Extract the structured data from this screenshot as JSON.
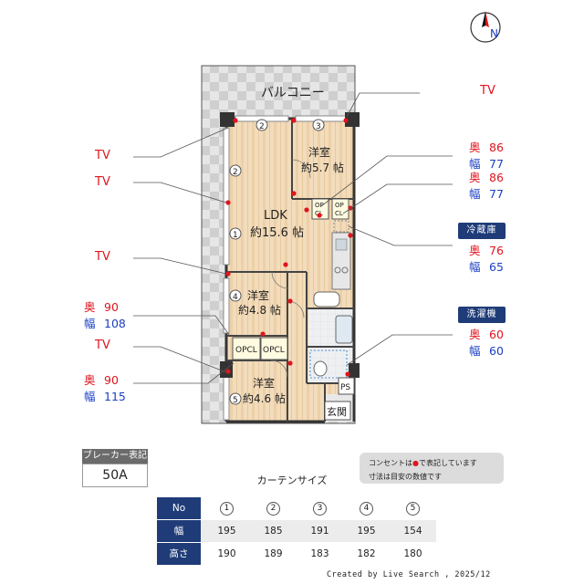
{
  "compass": {
    "label": "N"
  },
  "rooms": {
    "balcony": "バルコニー",
    "ldk_name": "LDK",
    "ldk_size": "約15.6 帖",
    "western_a_name": "洋室",
    "western_a_size": "約5.7 帖",
    "western_b_name": "洋室",
    "western_b_size": "約4.8 帖",
    "western_c_name": "洋室",
    "western_c_size": "約4.6 帖",
    "closet": "OPCL",
    "closet_small": "OP\nCL",
    "ps": "PS",
    "entrance": "玄関"
  },
  "window_markers": [
    "1",
    "2",
    "2",
    "3",
    "4",
    "5"
  ],
  "annotations": {
    "tv_labels": [
      "TV",
      "TV",
      "TV",
      "TV",
      "TV"
    ],
    "depth_label": "奥",
    "width_label": "幅",
    "closet1": {
      "depth": "86",
      "width": "77"
    },
    "closet2": {
      "depth": "86",
      "width": "77"
    },
    "opcl_left": {
      "depth": "90",
      "width": "108"
    },
    "opcl_right": {
      "depth": "90",
      "width": "115"
    },
    "fridge": {
      "title": "冷蔵庫",
      "depth": "76",
      "width": "65"
    },
    "washer": {
      "title": "洗濯機",
      "depth": "60",
      "width": "60"
    }
  },
  "breaker": {
    "label": "ブレーカー表記",
    "value": "50A"
  },
  "note": {
    "line1_a": "コンセントは",
    "line1_b": "で表記しています",
    "line2": "寸法は目安の数値です"
  },
  "curtain": {
    "title": "カーテンサイズ",
    "row_labels": {
      "no": "No",
      "width": "幅",
      "height": "高さ"
    },
    "numbers": [
      "1",
      "2",
      "3",
      "4",
      "5"
    ],
    "widths": [
      "195",
      "185",
      "191",
      "195",
      "154"
    ],
    "heights": [
      "190",
      "189",
      "183",
      "182",
      "180"
    ]
  },
  "credit": "Created by Live Search , 2025/12"
}
